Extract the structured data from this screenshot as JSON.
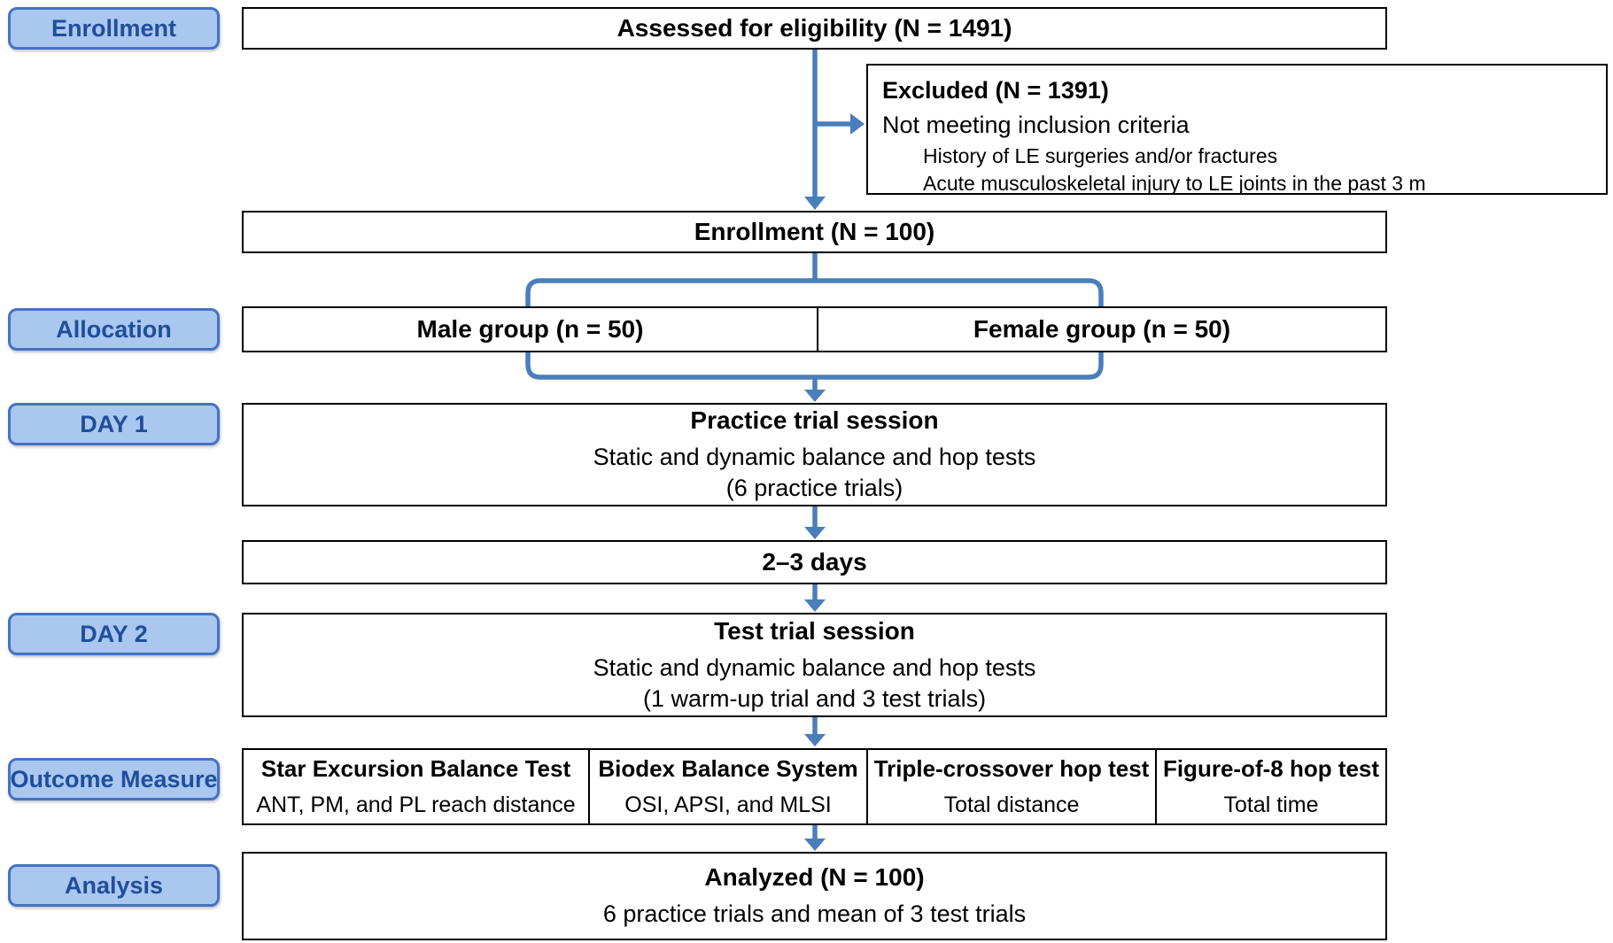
{
  "stages": [
    "Enrollment",
    "Allocation",
    "DAY 1",
    "DAY 2",
    "Outcome Measure",
    "Analysis"
  ],
  "flow": {
    "assessed": "Assessed for eligibility (N = 1491)",
    "excluded": {
      "title": "Excluded (N = 1391)",
      "reason": "Not meeting inclusion criteria",
      "details": [
        "History of LE surgeries and/or fractures",
        "Acute musculoskeletal injury to LE joints in the past 3 m"
      ]
    },
    "enrollment": "Enrollment (N = 100)",
    "groups": {
      "male": "Male group (n = 50)",
      "female": "Female group (n = 50)"
    },
    "practice": {
      "title": "Practice trial session",
      "line1": "Static and dynamic balance and hop tests",
      "line2": "(6 practice trials)"
    },
    "interval": "2–3 days",
    "test": {
      "title": "Test trial session",
      "line1": "Static and dynamic balance and hop tests",
      "line2": "(1 warm-up trial and 3 test trials)"
    },
    "outcomes": [
      {
        "title": "Star Excursion Balance Test",
        "subtitle": "ANT, PM, and PL reach distance"
      },
      {
        "title": "Biodex Balance System",
        "subtitle": "OSI, APSI, and MLSI"
      },
      {
        "title": "Triple-crossover hop test",
        "subtitle": "Total distance"
      },
      {
        "title": "Figure-of-8 hop test",
        "subtitle": "Total time"
      }
    ],
    "analyzed": {
      "title": "Analyzed (N = 100)",
      "line1": "6 practice trials and mean of 3 test trials"
    }
  },
  "colors": {
    "label_fill": "#A9C7EF",
    "label_border": "#4472C4",
    "label_text": "#1F4E9B",
    "box_border": "#000000",
    "box_fill": "#FFFFFF",
    "arrow": "#4A7EBB",
    "text": "#000000"
  }
}
